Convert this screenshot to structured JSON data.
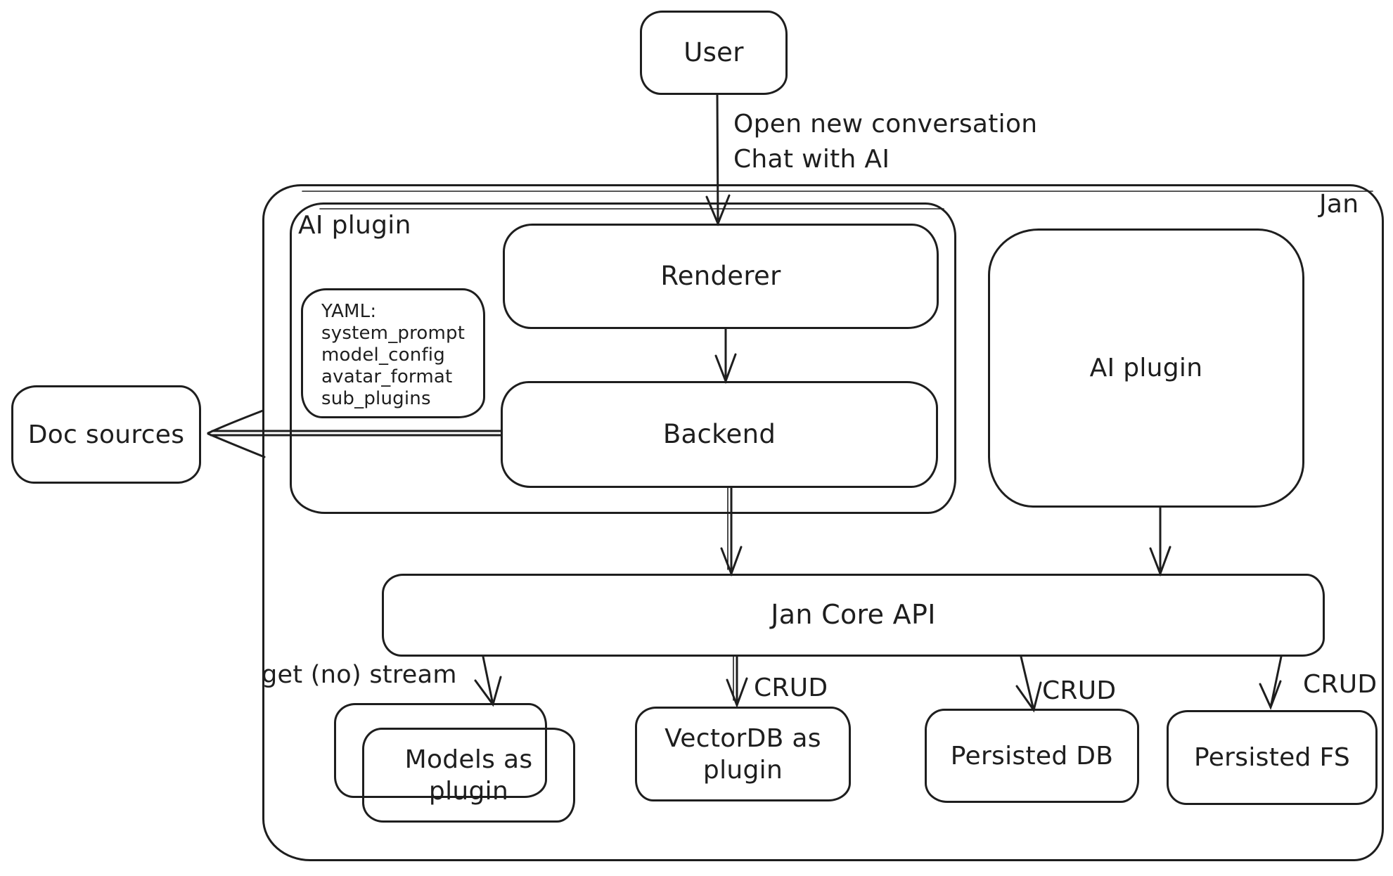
{
  "colors": {
    "stroke": "#1e1e1e",
    "background": "#ffffff"
  },
  "nodes": {
    "user": "User",
    "jan_label": "Jan",
    "ai_plugin_left_label": "AI plugin",
    "renderer": "Renderer",
    "backend": "Backend",
    "yaml_note": {
      "lines": [
        "YAML:",
        "system_prompt",
        "model_config",
        "avatar_format",
        "sub_plugins"
      ]
    },
    "doc_sources": "Doc sources",
    "ai_plugin_right": "AI plugin",
    "jan_core_api": "Jan Core API",
    "models_as_plugin": "Models as plugin",
    "vectordb_as_plugin": "VectorDB as plugin",
    "persisted_db": "Persisted DB",
    "persisted_fs": "Persisted FS"
  },
  "edges": {
    "user_to_renderer": {
      "label_line1": "Open new conversation",
      "label_line2": "Chat with AI"
    },
    "api_to_models": {
      "label": "get (no) stream"
    },
    "api_to_vectordb": {
      "label": "CRUD"
    },
    "api_to_persisted_db": {
      "label": "CRUD"
    },
    "api_to_persisted_fs": {
      "label": "CRUD"
    }
  }
}
